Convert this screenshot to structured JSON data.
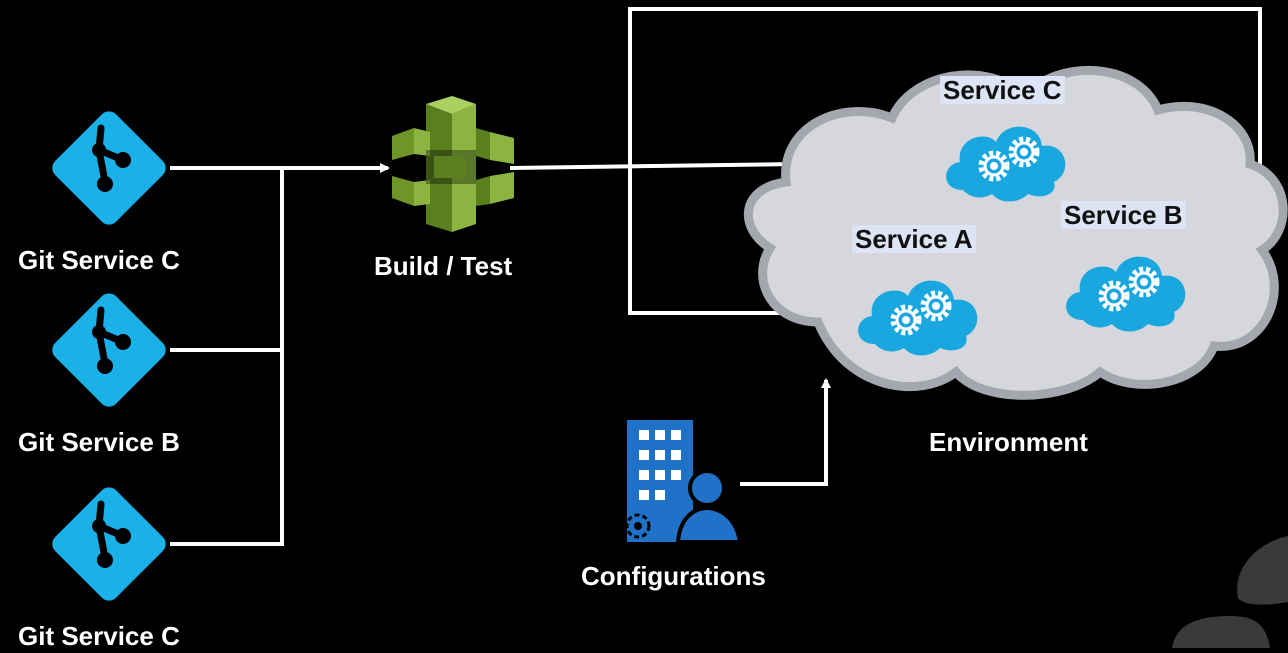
{
  "diagram": {
    "repos": [
      {
        "label": "Git Service C"
      },
      {
        "label": "Git Service B"
      },
      {
        "label": "Git Service C"
      }
    ],
    "build": {
      "label": "Build / Test"
    },
    "environment": {
      "label": "Environment",
      "services": [
        {
          "label": "Service C"
        },
        {
          "label": "Service A"
        },
        {
          "label": "Service B"
        }
      ]
    },
    "configurations": {
      "label": "Configurations"
    }
  },
  "colors": {
    "background": "#000000",
    "git": "#1ab0e8",
    "build_dark": "#5a7f1f",
    "build_light": "#8bb540",
    "cloud_fill": "#d5d7dc",
    "cloud_stroke": "#a4a7ae",
    "service_cloud": "#1aa7e0",
    "config": "#1f72c7",
    "connector": "#ffffff"
  }
}
